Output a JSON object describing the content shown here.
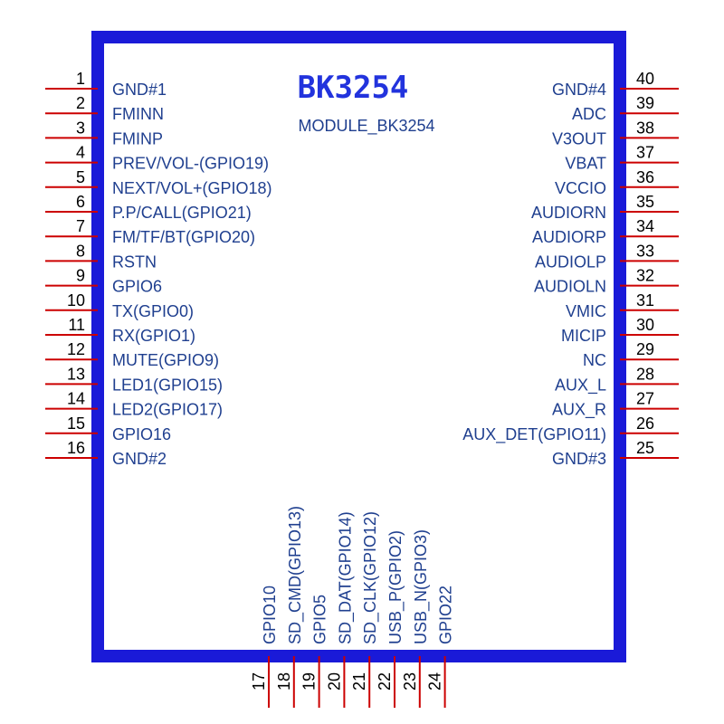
{
  "module": {
    "title": "BK3254",
    "subtitle": "MODULE_BK3254",
    "body_color": "#1a1ad8",
    "pin_color": "#cc0000",
    "label_color": "#1f3f8f"
  },
  "pins_left": [
    {
      "num": "1",
      "label": "GND#1"
    },
    {
      "num": "2",
      "label": "FMINN"
    },
    {
      "num": "3",
      "label": "FMINP"
    },
    {
      "num": "4",
      "label": "PREV/VOL-(GPIO19)"
    },
    {
      "num": "5",
      "label": "NEXT/VOL+(GPIO18)"
    },
    {
      "num": "6",
      "label": "P.P/CALL(GPIO21)"
    },
    {
      "num": "7",
      "label": "FM/TF/BT(GPIO20)"
    },
    {
      "num": "8",
      "label": "RSTN"
    },
    {
      "num": "9",
      "label": "GPIO6"
    },
    {
      "num": "10",
      "label": "TX(GPIO0)"
    },
    {
      "num": "11",
      "label": "RX(GPIO1)"
    },
    {
      "num": "12",
      "label": "MUTE(GPIO9)"
    },
    {
      "num": "13",
      "label": "LED1(GPIO15)"
    },
    {
      "num": "14",
      "label": "LED2(GPIO17)"
    },
    {
      "num": "15",
      "label": "GPIO16"
    },
    {
      "num": "16",
      "label": "GND#2"
    }
  ],
  "pins_right": [
    {
      "num": "40",
      "label": "GND#4"
    },
    {
      "num": "39",
      "label": "ADC"
    },
    {
      "num": "38",
      "label": "V3OUT"
    },
    {
      "num": "37",
      "label": "VBAT"
    },
    {
      "num": "36",
      "label": "VCCIO"
    },
    {
      "num": "35",
      "label": "AUDIORN"
    },
    {
      "num": "34",
      "label": "AUDIORP"
    },
    {
      "num": "33",
      "label": "AUDIOLP"
    },
    {
      "num": "32",
      "label": "AUDIOLN"
    },
    {
      "num": "31",
      "label": "VMIC"
    },
    {
      "num": "30",
      "label": "MICIP"
    },
    {
      "num": "29",
      "label": "NC"
    },
    {
      "num": "28",
      "label": "AUX_L"
    },
    {
      "num": "27",
      "label": "AUX_R"
    },
    {
      "num": "26",
      "label": "AUX_DET(GPIO11)"
    },
    {
      "num": "25",
      "label": "GND#3"
    }
  ],
  "pins_bottom": [
    {
      "num": "17",
      "label": "GPIO10"
    },
    {
      "num": "18",
      "label": "SD_CMD(GPIO13)"
    },
    {
      "num": "19",
      "label": "GPIO5"
    },
    {
      "num": "20",
      "label": "SD_DAT(GPIO14)"
    },
    {
      "num": "21",
      "label": "SD_CLK(GPIO12)"
    },
    {
      "num": "22",
      "label": "USB_P(GPIO2)"
    },
    {
      "num": "23",
      "label": "USB_N(GPIO3)"
    },
    {
      "num": "24",
      "label": "GPIO22"
    }
  ]
}
